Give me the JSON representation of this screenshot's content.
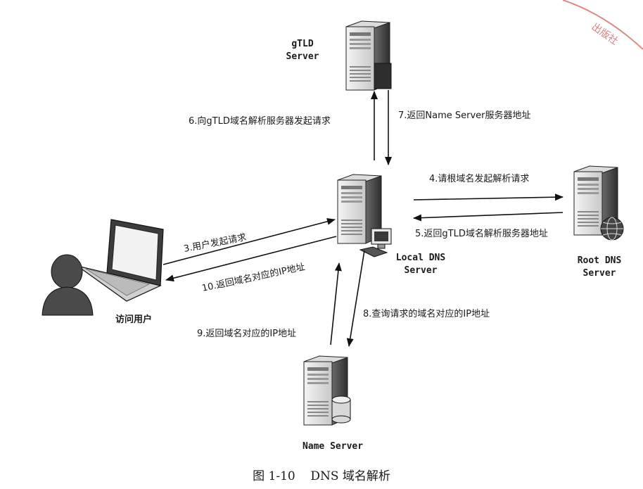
{
  "nodes": {
    "gtld": {
      "line1": "gTLD",
      "line2": "Server"
    },
    "local": {
      "line1": "Local DNS",
      "line2": "Server"
    },
    "root": {
      "line1": "Root DNS",
      "line2": "Server"
    },
    "name": {
      "line1": "Name Server"
    },
    "user": {
      "label": "访问用户"
    }
  },
  "steps": {
    "s3": "3.用户发起请求",
    "s4": "4.请根域名发起解析请求",
    "s5": "5.返回gTLD域名解析服务器地址",
    "s6": "6.向gTLD域名解析服务器发起请求",
    "s7": "7.返回Name Server服务器地址",
    "s8": "8.查询请求的域名对应的IP地址",
    "s9": "9.返回域名对应的IP地址",
    "s10": "10.返回域名对应的IP地址"
  },
  "caption": "图 1-10    DNS 域名解析",
  "stamp": "出版社"
}
